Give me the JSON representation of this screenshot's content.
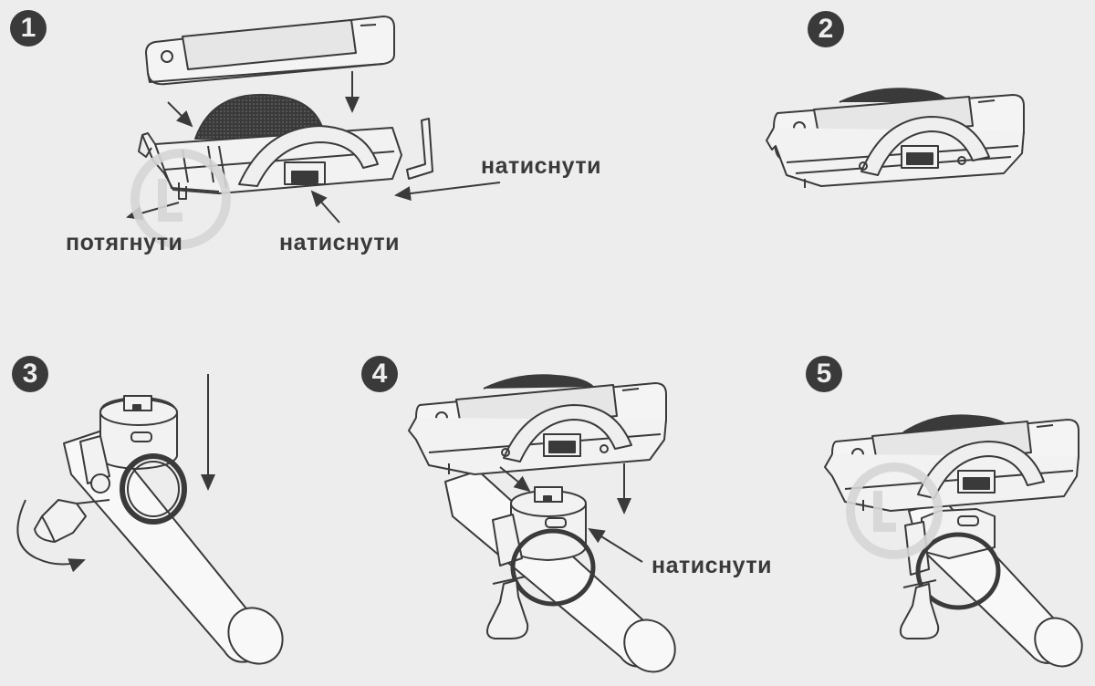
{
  "steps": [
    "1",
    "2",
    "3",
    "4",
    "5"
  ],
  "labels": {
    "pull": "потягнути",
    "press_top": "натиснути",
    "press_mid": "натиснути",
    "press_step4": "натиснути"
  },
  "colors": {
    "background": "#ededed",
    "ink": "#3a3a3a",
    "pad": "#555555",
    "watermark": "#d6d6d6"
  }
}
